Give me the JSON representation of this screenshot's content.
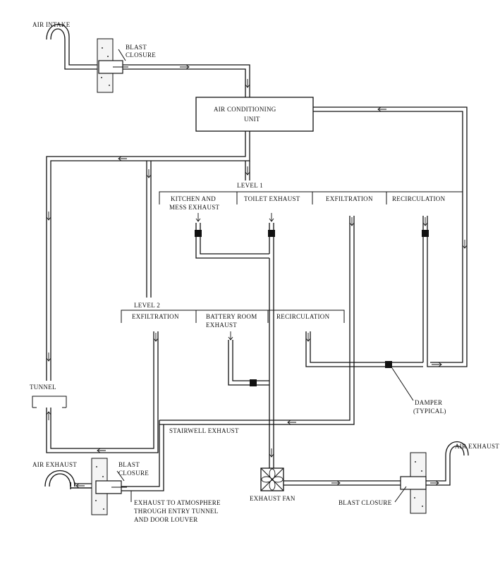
{
  "labels": {
    "air_intake": "AIR INTAKE",
    "blast_closure_top_1": "BLAST",
    "blast_closure_top_2": "CLOSURE",
    "ac_unit_1": "AIR CONDITIONING",
    "ac_unit_2": "UNIT",
    "level1": "LEVEL 1",
    "l1_kitchen_1": "KITCHEN AND",
    "l1_kitchen_2": "MESS EXHAUST",
    "l1_toilet": "TOILET EXHAUST",
    "l1_exfiltration": "EXFILTRATION",
    "l1_recirculation": "RECIRCULATION",
    "level2": "LEVEL 2",
    "l2_exfiltration": "EXFILTRATION",
    "l2_battery_1": "BATTERY ROOM",
    "l2_battery_2": "EXHAUST",
    "l2_recirculation": "RECIRCULATION",
    "tunnel": "TUNNEL",
    "damper_1": "DAMPER",
    "damper_2": "(TYPICAL)",
    "stairwell": "STAIRWELL   EXHAUST",
    "air_exhaust_left": "AIR EXHAUST",
    "blast_closure_left_1": "BLAST",
    "blast_closure_left_2": "CLOSURE",
    "exhaust_atm_1": "EXHAUST TO ATMOSPHERE",
    "exhaust_atm_2": "THROUGH ENTRY TUNNEL",
    "exhaust_atm_3": "AND DOOR LOUVER",
    "exhaust_fan": "EXHAUST FAN",
    "blast_closure_right": "BLAST CLOSURE",
    "air_exhaust_right": "AIR EXHAUST"
  }
}
